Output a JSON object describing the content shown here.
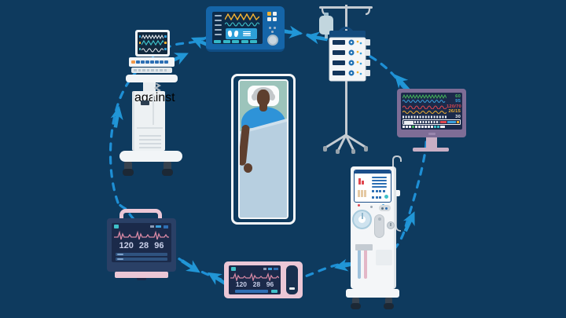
{
  "colors": {
    "background": "#0E3A5E",
    "connector_blue": "#1E8FD5",
    "ventilator_blue": "#1565A8",
    "screen_navy": "#1B2A4A",
    "frame_pink": "#EBC7D6",
    "frame_mauve": "#7E6D96",
    "teal": "#3FC1C9",
    "yellow": "#F2B233",
    "green": "#46B75A",
    "red": "#E0474F",
    "sky_blue": "#2D9FD8",
    "value_lavender": "#C9CFE8"
  },
  "devices": [
    "anesthesia-workstation",
    "ventilator",
    "infusion-pump-stack",
    "wall-monitor",
    "dialysis-machine",
    "transport-monitor",
    "bedside-monitor",
    "patient-bed"
  ],
  "monitors": {
    "bedside": {
      "values": [
        "120",
        "28",
        "96"
      ]
    },
    "transport": {
      "values": [
        "120",
        "28",
        "96"
      ]
    },
    "wall": {
      "readings": [
        {
          "value": "60"
        },
        {
          "value": "95"
        },
        {
          "value": "120/70"
        },
        {
          "value": "26/15"
        },
        {
          "value": "30"
        }
      ]
    }
  }
}
